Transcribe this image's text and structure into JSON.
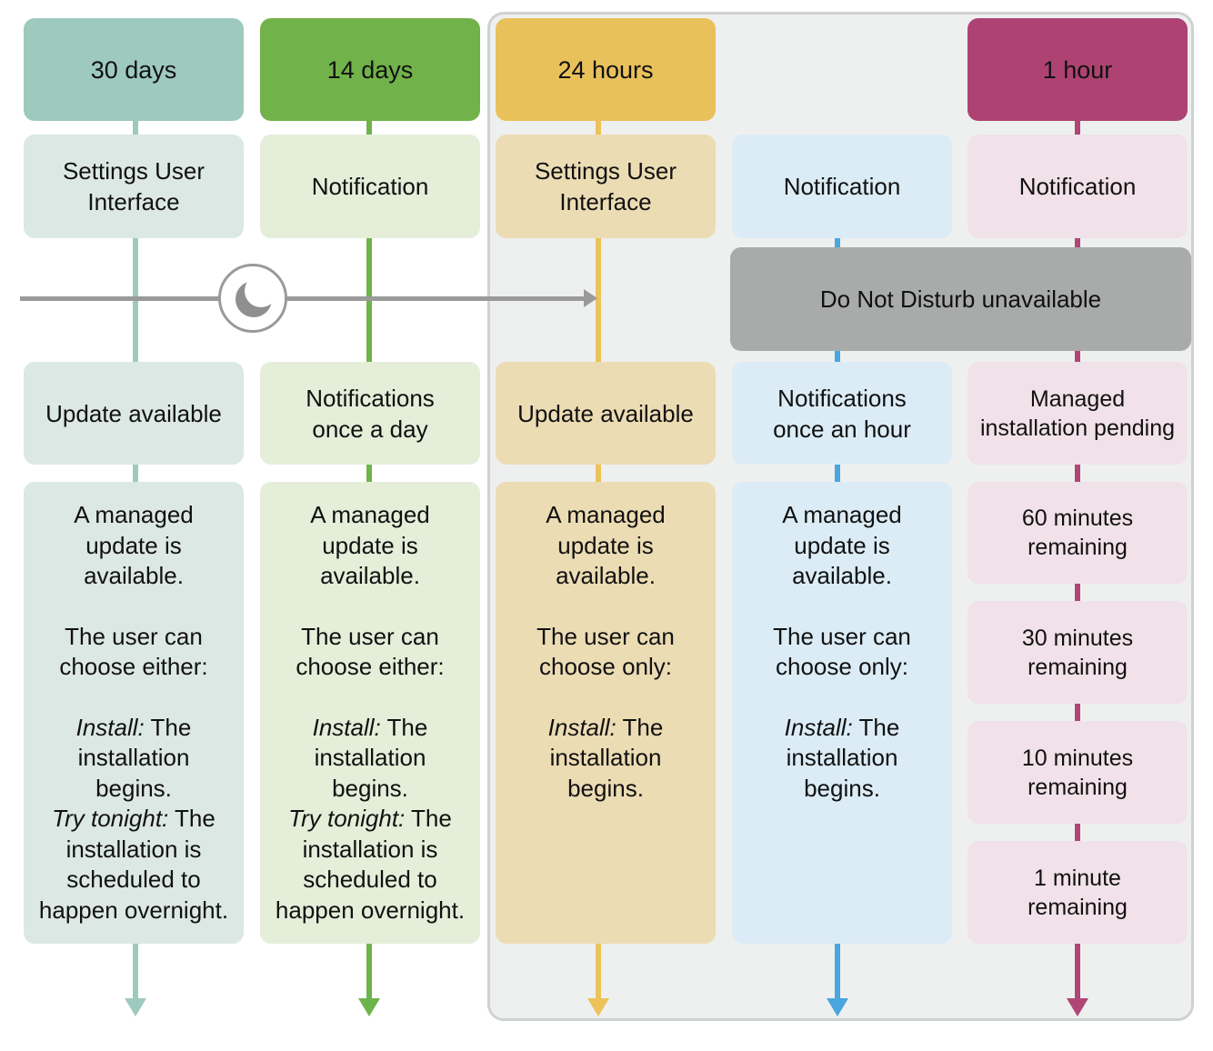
{
  "colors": {
    "col1_header": "#9ecabe",
    "col1_box": "#dce8e4",
    "col1_line": "#9ecabe",
    "col2_header": "#72b24a",
    "col2_box": "#e4eed9",
    "col2_line": "#6db44a",
    "col3_header": "#e9c15b",
    "col3_box": "#ecdcb4",
    "col3_line": "#ecc25a",
    "col4_box": "#dbecf6",
    "col4_line": "#4aa6de",
    "col5_header": "#ae4373",
    "col5_box": "#f1e1e8",
    "col5_line": "#b04676",
    "dnd_fill": "#a9aaaa",
    "panel": "#eef0ef"
  },
  "columns": [
    {
      "header": "30 days",
      "channel": [
        "Settings User",
        "Interface"
      ],
      "status": "Update available",
      "body": {
        "lines1": [
          "A managed",
          "update is",
          "available."
        ],
        "lines2": [
          "The user can",
          "choose either:"
        ],
        "option1_label": "Install:",
        "option1_rest": " The",
        "option1_lines": [
          "installation",
          "begins."
        ],
        "option2_label": "Try tonight:",
        "option2_rest": " The",
        "option2_lines": [
          "installation is",
          "scheduled to",
          "happen overnight."
        ]
      }
    },
    {
      "header": "14 days",
      "channel": [
        "Notification"
      ],
      "status": [
        "Notifications",
        "once a day"
      ],
      "body": {
        "lines1": [
          "A managed",
          "update is",
          "available."
        ],
        "lines2": [
          "The user can",
          "choose either:"
        ],
        "option1_label": "Install:",
        "option1_rest": " The",
        "option1_lines": [
          "installation",
          "begins."
        ],
        "option2_label": "Try tonight:",
        "option2_rest": " The",
        "option2_lines": [
          "installation is",
          "scheduled to",
          "happen overnight."
        ]
      }
    },
    {
      "header": "24 hours",
      "channel": [
        "Settings User",
        "Interface"
      ],
      "status": "Update available",
      "body": {
        "lines1": [
          "A managed",
          "update is",
          "available."
        ],
        "lines2": [
          "The user can",
          "choose only:"
        ],
        "option1_label": "Install:",
        "option1_rest": " The",
        "option1_lines": [
          "installation",
          "begins."
        ]
      }
    },
    {
      "channel": [
        "Notification"
      ],
      "status": [
        "Notifications",
        "once an hour"
      ],
      "body": {
        "lines1": [
          "A managed",
          "update is",
          "available."
        ],
        "lines2": [
          "The user can",
          "choose only:"
        ],
        "option1_label": "Install:",
        "option1_rest": " The",
        "option1_lines": [
          "installation",
          "begins."
        ]
      }
    },
    {
      "header": "1 hour",
      "channel": [
        "Notification"
      ],
      "status": [
        "Managed",
        "installation pending"
      ],
      "countdown": [
        [
          "60 minutes",
          "remaining"
        ],
        [
          "30 minutes",
          "remaining"
        ],
        [
          "10 minutes",
          "remaining"
        ],
        [
          "1 minute",
          "remaining"
        ]
      ]
    }
  ],
  "dnd_label": "Do Not Disturb unavailable",
  "icons": {
    "do_not_disturb": "moon-icon"
  }
}
